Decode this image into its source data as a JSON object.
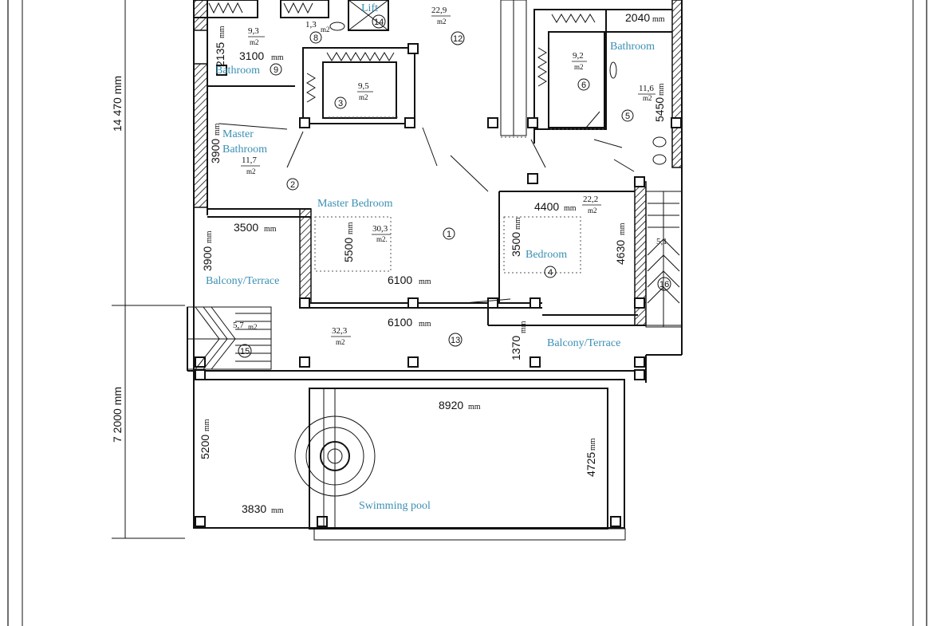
{
  "dimensions_side": {
    "upper": "14 470 mm",
    "lower": "7 2000 mm"
  },
  "rooms": [
    {
      "id": "lift",
      "name": "Lift",
      "num": "14"
    },
    {
      "id": "hall",
      "area": "22,9",
      "unit": "m2",
      "num": "12"
    },
    {
      "id": "bath-top-right",
      "name": "Bathroom",
      "dim": "2040",
      "dimunit": "mm"
    },
    {
      "id": "bath9",
      "name": "Bathroom",
      "area": "9,3",
      "unit": "m2",
      "num": "9",
      "dimA": "2135",
      "dimAunit": "mm",
      "dimB": "3100",
      "dimBunit": "mm"
    },
    {
      "id": "wc8",
      "area": "1,3",
      "unit": "m2",
      "num": "8"
    },
    {
      "id": "dress3",
      "area": "9,5",
      "unit": "m2",
      "num": "3"
    },
    {
      "id": "dress6",
      "area": "9,2",
      "unit": "m2",
      "num": "6"
    },
    {
      "id": "bath5",
      "area": "11,6",
      "unit": "m2",
      "num": "5",
      "dim": "5450",
      "dimunit": "mm"
    },
    {
      "id": "master-bath",
      "name": "Master",
      "name2": "Bathroom",
      "area": "11,7",
      "unit": "m2",
      "num": "2",
      "dim": "3900",
      "dimunit": "mm"
    },
    {
      "id": "master-bed",
      "name": "Master Bedroom",
      "area": "30,3",
      "unit": "m2.",
      "num": "1",
      "dimA": "5500",
      "dimAunit": "mm",
      "dimB": "6100",
      "dimBunit": "mm"
    },
    {
      "id": "bedroom",
      "name": "Bedroom",
      "area": "22,2",
      "unit": "m2",
      "num": "4",
      "dimA": "4400",
      "dimAunit": "mm",
      "dimB": "3500",
      "dimBunit": "mm",
      "dimC": "4630",
      "dimCunit": "mm"
    },
    {
      "id": "balcony-left",
      "name": "Balcony/Terrace",
      "dimA": "3500",
      "dimAunit": "mm",
      "dimB": "3900",
      "dimBunit": "mm"
    },
    {
      "id": "terrace13",
      "area": "32,3",
      "unit": "m2",
      "num": "13",
      "dim": "6100",
      "dimunit": "mm",
      "dimB": "1370",
      "dimBunit": "mm"
    },
    {
      "id": "balcony-right",
      "name": "Balcony/Terrace"
    },
    {
      "id": "stair15",
      "area": "5,7",
      "unit": "m2",
      "num": "15"
    },
    {
      "id": "stair16",
      "area": "5,1",
      "num": "16"
    },
    {
      "id": "pool",
      "name": "Swimming pool",
      "dimA": "8920",
      "dimAunit": "mm",
      "dimB": "4725",
      "dimBunit": "mm",
      "dimC": "5200",
      "dimCunit": "mm",
      "dimD": "3830",
      "dimDunit": "mm"
    }
  ]
}
